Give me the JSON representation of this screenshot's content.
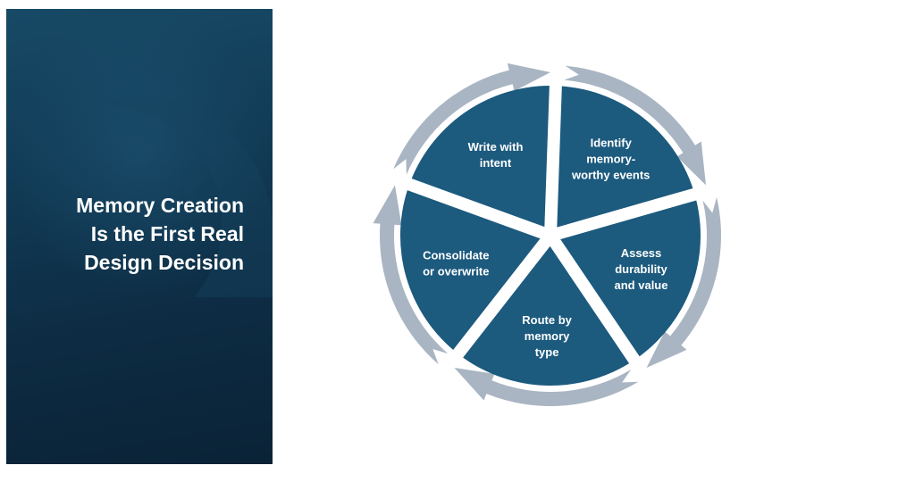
{
  "slide": {
    "title_lines": [
      "Memory Creation",
      "Is the First Real",
      "Design Decision"
    ]
  },
  "cycle": {
    "steps": [
      {
        "lines": [
          "Identify",
          "memory-",
          "worthy events"
        ]
      },
      {
        "lines": [
          "Assess",
          "durability",
          "and value"
        ]
      },
      {
        "lines": [
          "Route by",
          "memory",
          "type"
        ]
      },
      {
        "lines": [
          "Consolidate",
          "or overwrite"
        ]
      },
      {
        "lines": [
          "Write with",
          "intent"
        ]
      }
    ]
  },
  "colors": {
    "panel": "#113a55",
    "segment": "#1c5a7e",
    "arrow": "#a9b5c2",
    "label": "#ffffff"
  }
}
